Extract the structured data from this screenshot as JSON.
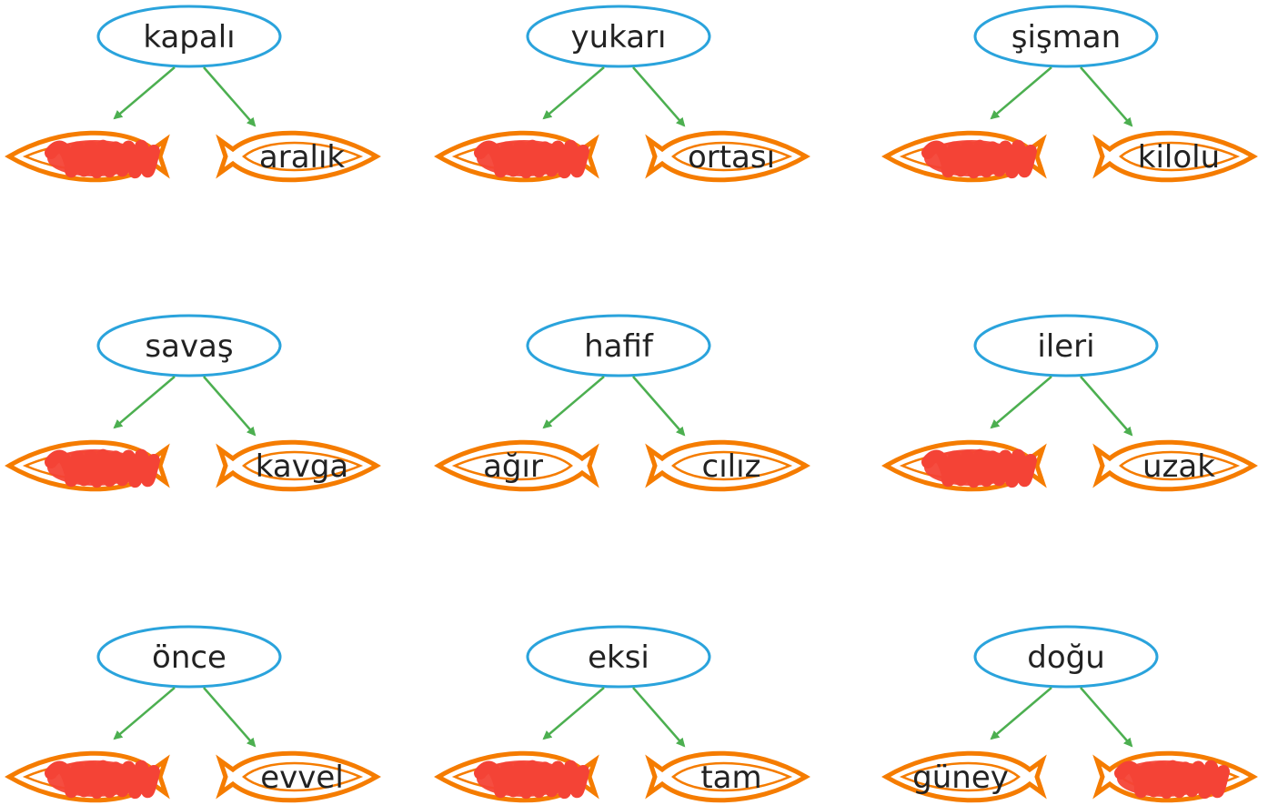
{
  "colors": {
    "ellipse_stroke": "#2aa3dc",
    "arrow": "#4caf50",
    "leaf_stroke": "#f57c00",
    "scribble": "#f44336",
    "text": "#222222"
  },
  "groups": [
    {
      "top": "kapalı",
      "left": {
        "text": "",
        "scribbled": true
      },
      "right": {
        "text": "aralık",
        "scribbled": false
      }
    },
    {
      "top": "yukarı",
      "left": {
        "text": "",
        "scribbled": true
      },
      "right": {
        "text": "ortası",
        "scribbled": false
      }
    },
    {
      "top": "şişman",
      "left": {
        "text": "",
        "scribbled": true
      },
      "right": {
        "text": "kilolu",
        "scribbled": false
      }
    },
    {
      "top": "savaş",
      "left": {
        "text": "",
        "scribbled": true
      },
      "right": {
        "text": "kavga",
        "scribbled": false
      }
    },
    {
      "top": "hafif",
      "left": {
        "text": "ağır",
        "scribbled": false
      },
      "right": {
        "text": "cılız",
        "scribbled": false
      }
    },
    {
      "top": "ileri",
      "left": {
        "text": "",
        "scribbled": true
      },
      "right": {
        "text": "uzak",
        "scribbled": false
      }
    },
    {
      "top": "önce",
      "left": {
        "text": "",
        "scribbled": true
      },
      "right": {
        "text": "evvel",
        "scribbled": false
      }
    },
    {
      "top": "eksi",
      "left": {
        "text": "",
        "scribbled": true
      },
      "right": {
        "text": "tam",
        "scribbled": false
      }
    },
    {
      "top": "doğu",
      "left": {
        "text": "güney",
        "scribbled": false
      },
      "right": {
        "text": "",
        "scribbled": true
      }
    }
  ]
}
